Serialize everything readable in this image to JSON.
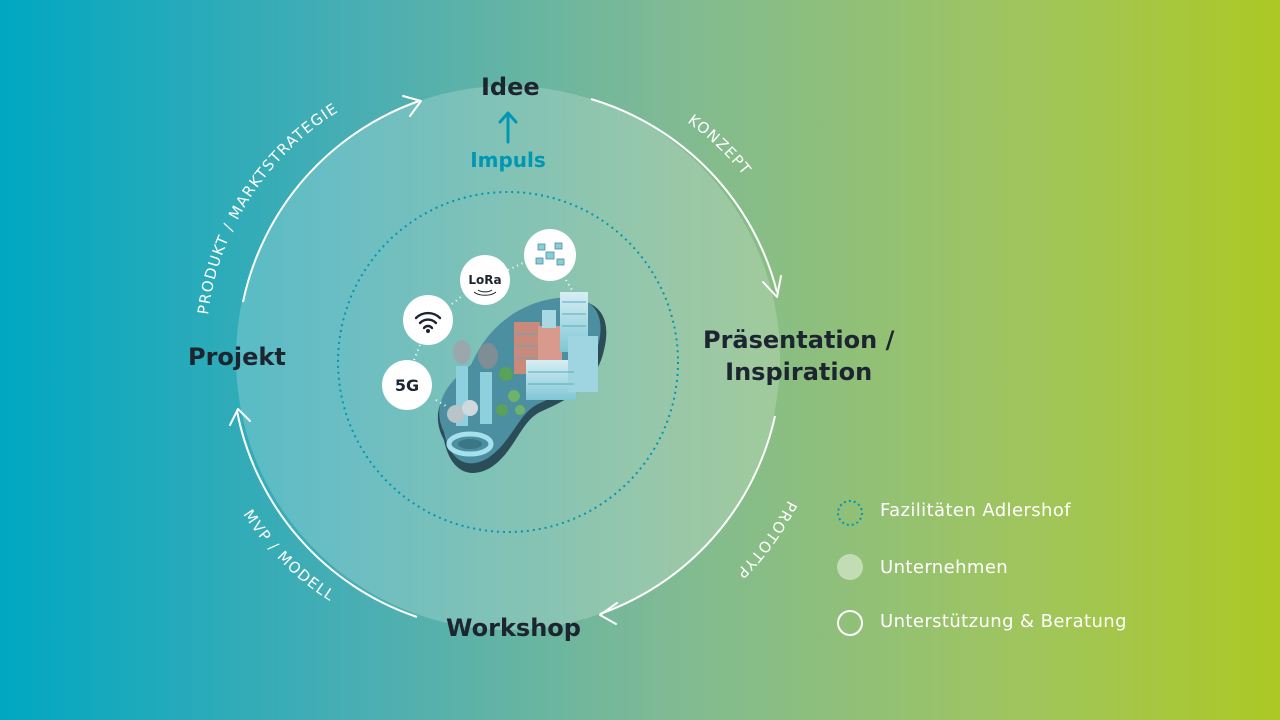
{
  "cycle": {
    "nodes": {
      "idee": "Idee",
      "praesentation_line1": "Präsentation /",
      "praesentation_line2": "Inspiration",
      "workshop": "Workshop",
      "projekt": "Projekt"
    },
    "impuls": "Impuls",
    "transitions": {
      "konzept": "KONZEPT",
      "prototyp": "PROTOTYP",
      "mvp_modell": "MVP / MODELL",
      "produkt_marktstrategie": "PRODUKT / MARKTSTRATEGIE"
    }
  },
  "center": {
    "badges": {
      "lora": "LoRa",
      "g5": "5G"
    },
    "icons": [
      "wifi-icon",
      "smart-grid-icon"
    ]
  },
  "legend": [
    {
      "label": "Fazilitäten Adlershof",
      "marker": "dotted-circle"
    },
    {
      "label": "Unternehmen",
      "marker": "filled-circle"
    },
    {
      "label": "Unterstützung & Beratung",
      "marker": "outline-circle"
    }
  ],
  "colors": {
    "gradient_start": "#00a7c2",
    "gradient_end": "#acc824",
    "impuls": "#0097b2",
    "label_dark": "#1c2530",
    "dotted_ring": "#0097b2"
  }
}
